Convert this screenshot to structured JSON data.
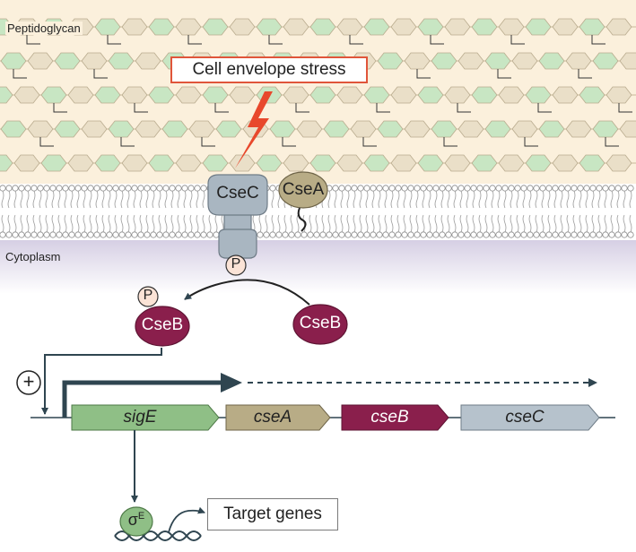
{
  "labels": {
    "peptidoglycan": "Peptidoglycan",
    "cytoplasm": "Cytoplasm",
    "stress": "Cell envelope stress",
    "target_genes": "Target genes",
    "plus": "+"
  },
  "proteins": {
    "csec": "CseC",
    "csea": "CseA",
    "cseb_phospho": "CseB",
    "cseb": "CseB",
    "phosphate": "P",
    "sigma": "σ",
    "sigma_sup": "E"
  },
  "genes": [
    {
      "name": "sigE",
      "color": "#8fbf86"
    },
    {
      "name": "cseA",
      "color": "#b8ac86"
    },
    {
      "name": "cseB",
      "color": "#8a1f4c"
    },
    {
      "name": "cseC",
      "color": "#b6c2cc"
    }
  ],
  "colors": {
    "green_hex": "#c8e6c3",
    "tan_hex": "#eadfc8",
    "periplasm_bg": "#fbf0dc",
    "cytoplasm_bg": "#e2dcec",
    "stress_red": "#e8482c",
    "cseb_red": "#8a1f4c",
    "arrow": "#2f4550"
  }
}
